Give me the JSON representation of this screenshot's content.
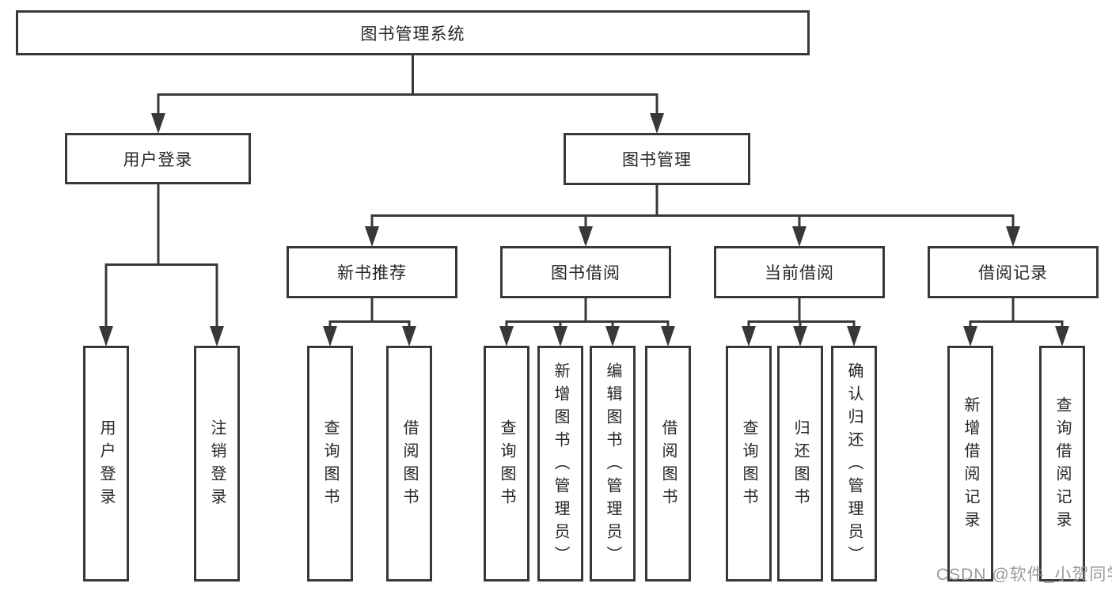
{
  "diagram": {
    "title": "图书管理系统",
    "branches": [
      {
        "label": "用户登录",
        "children": [
          "用户登录",
          "注销登录"
        ]
      },
      {
        "label": "图书管理",
        "children": [
          {
            "label": "新书推荐",
            "children": [
              "查询图书",
              "借阅图书"
            ]
          },
          {
            "label": "图书借阅",
            "children": [
              "查询图书",
              "新增图书（管理员）",
              "编辑图书（管理员）",
              "借阅图书"
            ]
          },
          {
            "label": "当前借阅",
            "children": [
              "查询图书",
              "归还图书",
              "确认归还（管理员）"
            ]
          },
          {
            "label": "借阅记录",
            "children": [
              "新增借阅记录",
              "查询借阅记录"
            ]
          }
        ]
      }
    ]
  },
  "watermark": {
    "text": "CSDN @软件_小贺同学"
  },
  "colors": {
    "line": "#383838",
    "text": "#262626",
    "watermark": "#949494",
    "background": "#ffffff"
  }
}
